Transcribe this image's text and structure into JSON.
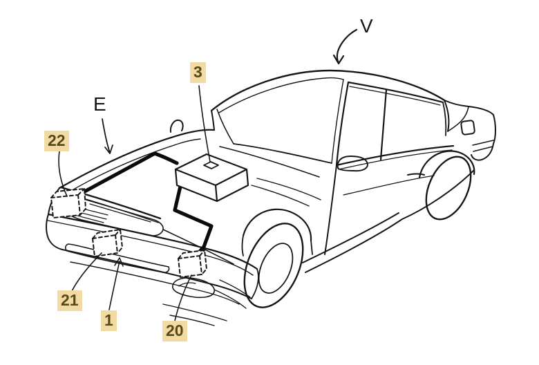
{
  "figure": {
    "description": "Patent-style line drawing of a sedan (vehicle V) seen from the front-left, showing an engine-room wire harness E on the hood, a control box 3 on the hood, and phantom (dashed) component boxes 22, 21 and 20 at the front end, with leader lines and label 1 pointing to the front bumper",
    "colors": {
      "background": "#ffffff",
      "line": "#161616",
      "harness": "#0b0b0b",
      "highlight_bg": "#f2dba2",
      "highlight_text": "#564818"
    },
    "labels": [
      {
        "id": "V",
        "text": "V",
        "highlighted": false
      },
      {
        "id": "E",
        "text": "E",
        "highlighted": false
      },
      {
        "id": "3",
        "text": "3",
        "highlighted": true
      },
      {
        "id": "22",
        "text": "22",
        "highlighted": true
      },
      {
        "id": "21",
        "text": "21",
        "highlighted": true
      },
      {
        "id": "1",
        "text": "1",
        "highlighted": true
      },
      {
        "id": "20",
        "text": "20",
        "highlighted": true
      }
    ]
  }
}
